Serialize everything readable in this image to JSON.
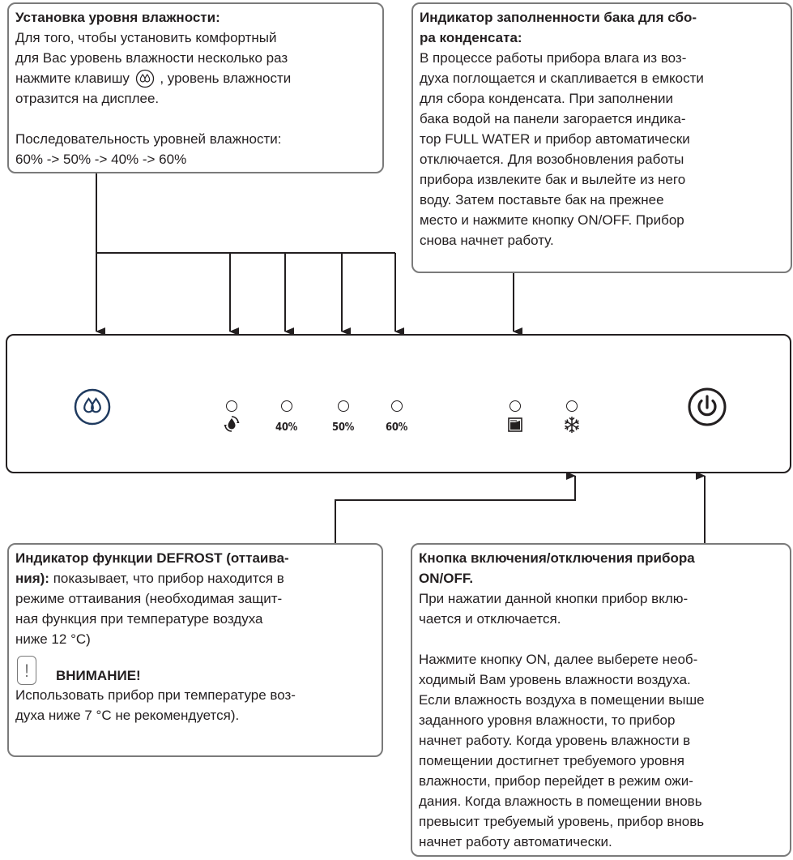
{
  "humidity_box": {
    "title": "Установка уровня влажности:",
    "line1": "Для того, чтобы установить комфортный",
    "line2": "для Вас уровень влажности несколько раз",
    "line3a": "нажмите клавишу",
    "line3b": ", уровень влажности",
    "line4": "отразится на дисплее.",
    "line5": "Последовательность уровней влажности:",
    "line6": "60% -> 50% -> 40% -> 60%"
  },
  "tank_box": {
    "title1": "Индикатор заполненности бака для сбо-",
    "title2": "ра конденсата:",
    "lines": [
      "В процессе работы прибора влага из воз-",
      "духа поглощается и скапливается в емкости",
      "для сбора конденсата. При заполнении",
      "бака водой на панели загорается индика-",
      "тор FULL WATER и прибор автоматически",
      "отключается. Для возобновления работы",
      "прибора извлеките бак и вылейте из него",
      "воду. Затем поставьте бак на прежнее",
      "место и нажмите кнопку ON/OFF. Прибор",
      "снова начнет работу."
    ]
  },
  "defrost_box": {
    "title1": "Индикатор функции DEFROST (оттаива-",
    "title2": "ния):",
    "text2": " показывает, что прибор находится в",
    "lines": [
      "режиме оттаивания (необходимая защит-",
      "ная функция при температуре воздуха",
      "ниже 12 °С)"
    ],
    "warning_title": "ВНИМАНИЕ!",
    "warning_lines": [
      "Использовать прибор при температуре воз-",
      "духа ниже 7 °С не рекомендуется)."
    ]
  },
  "power_box": {
    "title1": "Кнопка включения/отключения прибора",
    "title2": "ON/OFF.",
    "lines_a": [
      "При нажатии данной кнопки прибор вклю-",
      "чается и отключается."
    ],
    "lines_b": [
      "Нажмите кнопку ON, далее выберете необ-",
      "ходимый Вам уровень влажности воздуха.",
      "Если влажность воздуха в помещении выше",
      "заданного уровня влажности, то прибор",
      "начнет работу. Когда уровень влажности в",
      "помещении достигнет требуемого уровня",
      "влажности, прибор перейдет в режим ожи-",
      "дания. Когда влажность в помещении вновь",
      "превысит требуемый уровень, прибор вновь",
      "начнет работу автоматически."
    ]
  },
  "panel": {
    "label_40": "40%",
    "label_50": "50%",
    "label_60": "60%"
  },
  "colors": {
    "callout_border": "#7a7a7a",
    "ink": "#231f20",
    "humidity_button": "#1f3a5f"
  }
}
